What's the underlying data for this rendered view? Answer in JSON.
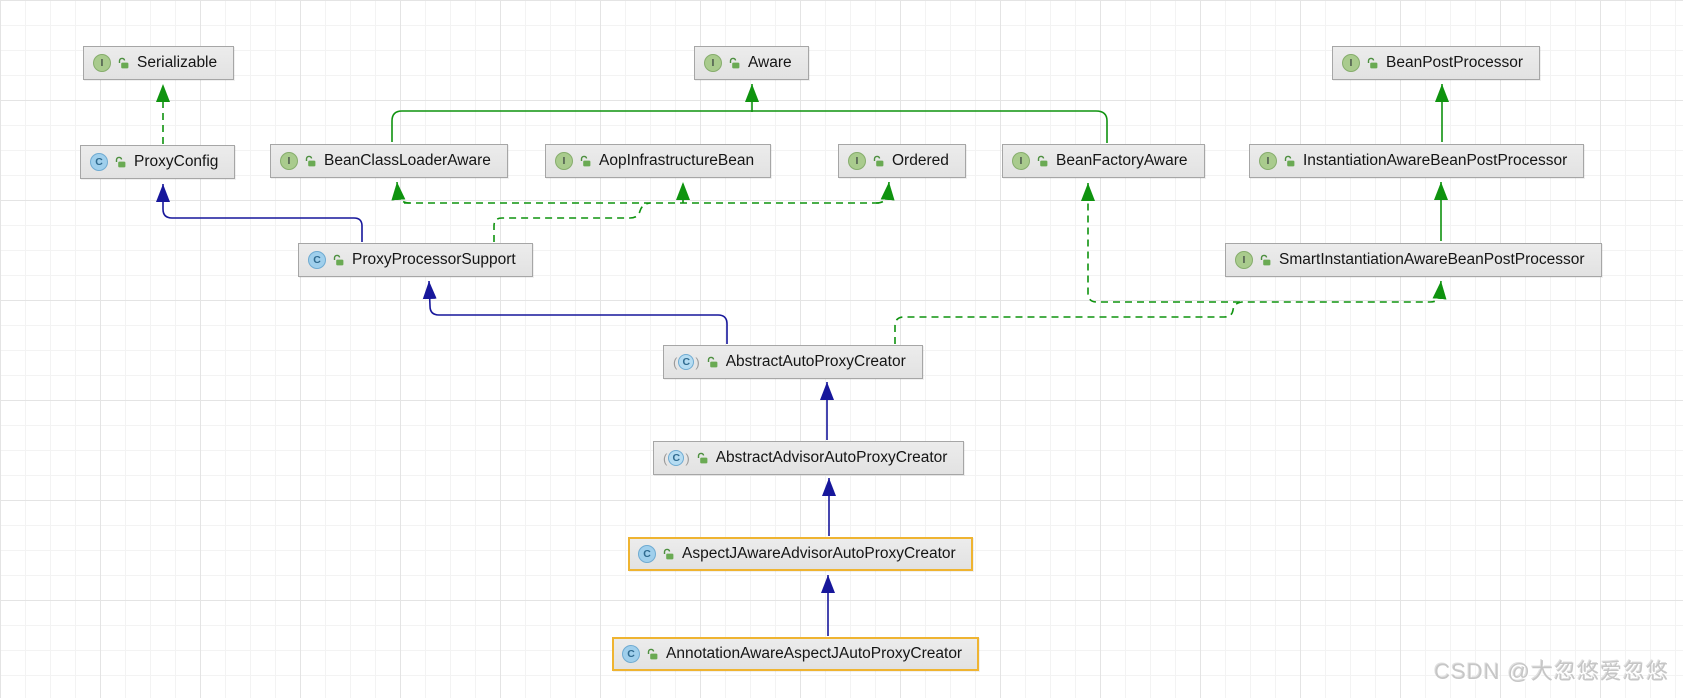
{
  "icons": {
    "interface_letter": "I",
    "class_letter": "C"
  },
  "colors": {
    "interface_edge_green": "#0f930f",
    "class_edge_blue": "#17179b",
    "highlight_border": "#efb431",
    "node_fill": "#e7e7e7"
  },
  "watermark": {
    "text": "CSDN @大忽悠爱忽悠"
  },
  "diagram": {
    "nodes": [
      {
        "label": "Serializable",
        "kind": "interface"
      },
      {
        "label": "Aware",
        "kind": "interface"
      },
      {
        "label": "BeanPostProcessor",
        "kind": "interface"
      },
      {
        "label": "ProxyConfig",
        "kind": "class"
      },
      {
        "label": "BeanClassLoaderAware",
        "kind": "interface"
      },
      {
        "label": "AopInfrastructureBean",
        "kind": "interface"
      },
      {
        "label": "Ordered",
        "kind": "interface"
      },
      {
        "label": "BeanFactoryAware",
        "kind": "interface"
      },
      {
        "label": "InstantiationAwareBeanPostProcessor",
        "kind": "interface"
      },
      {
        "label": "ProxyProcessorSupport",
        "kind": "class"
      },
      {
        "label": "SmartInstantiationAwareBeanPostProcessor",
        "kind": "interface"
      },
      {
        "label": "AbstractAutoProxyCreator",
        "kind": "abstract-class"
      },
      {
        "label": "AbstractAdvisorAutoProxyCreator",
        "kind": "abstract-class"
      },
      {
        "label": "AspectJAwareAdvisorAutoProxyCreator",
        "kind": "class",
        "highlighted": true
      },
      {
        "label": "AnnotationAwareAspectJAutoProxyCreator",
        "kind": "class",
        "highlighted": true
      }
    ],
    "edges": [
      {
        "from": "ProxyConfig",
        "to": "Serializable",
        "type": "implements"
      },
      {
        "from": "BeanClassLoaderAware",
        "to": "Aware",
        "type": "extends"
      },
      {
        "from": "BeanFactoryAware",
        "to": "Aware",
        "type": "extends"
      },
      {
        "from": "InstantiationAwareBeanPostProcessor",
        "to": "BeanPostProcessor",
        "type": "extends"
      },
      {
        "from": "SmartInstantiationAwareBeanPostProcessor",
        "to": "InstantiationAwareBeanPostProcessor",
        "type": "extends"
      },
      {
        "from": "ProxyProcessorSupport",
        "to": "ProxyConfig",
        "type": "extends"
      },
      {
        "from": "ProxyProcessorSupport",
        "to": "BeanClassLoaderAware",
        "type": "implements"
      },
      {
        "from": "ProxyProcessorSupport",
        "to": "AopInfrastructureBean",
        "type": "implements"
      },
      {
        "from": "ProxyProcessorSupport",
        "to": "Ordered",
        "type": "implements"
      },
      {
        "from": "AbstractAutoProxyCreator",
        "to": "ProxyProcessorSupport",
        "type": "extends"
      },
      {
        "from": "AbstractAutoProxyCreator",
        "to": "BeanFactoryAware",
        "type": "implements"
      },
      {
        "from": "AbstractAutoProxyCreator",
        "to": "SmartInstantiationAwareBeanPostProcessor",
        "type": "implements"
      },
      {
        "from": "AbstractAdvisorAutoProxyCreator",
        "to": "AbstractAutoProxyCreator",
        "type": "extends"
      },
      {
        "from": "AspectJAwareAdvisorAutoProxyCreator",
        "to": "AbstractAdvisorAutoProxyCreator",
        "type": "extends"
      },
      {
        "from": "AnnotationAwareAspectJAutoProxyCreator",
        "to": "AspectJAwareAdvisorAutoProxyCreator",
        "type": "extends"
      }
    ]
  }
}
